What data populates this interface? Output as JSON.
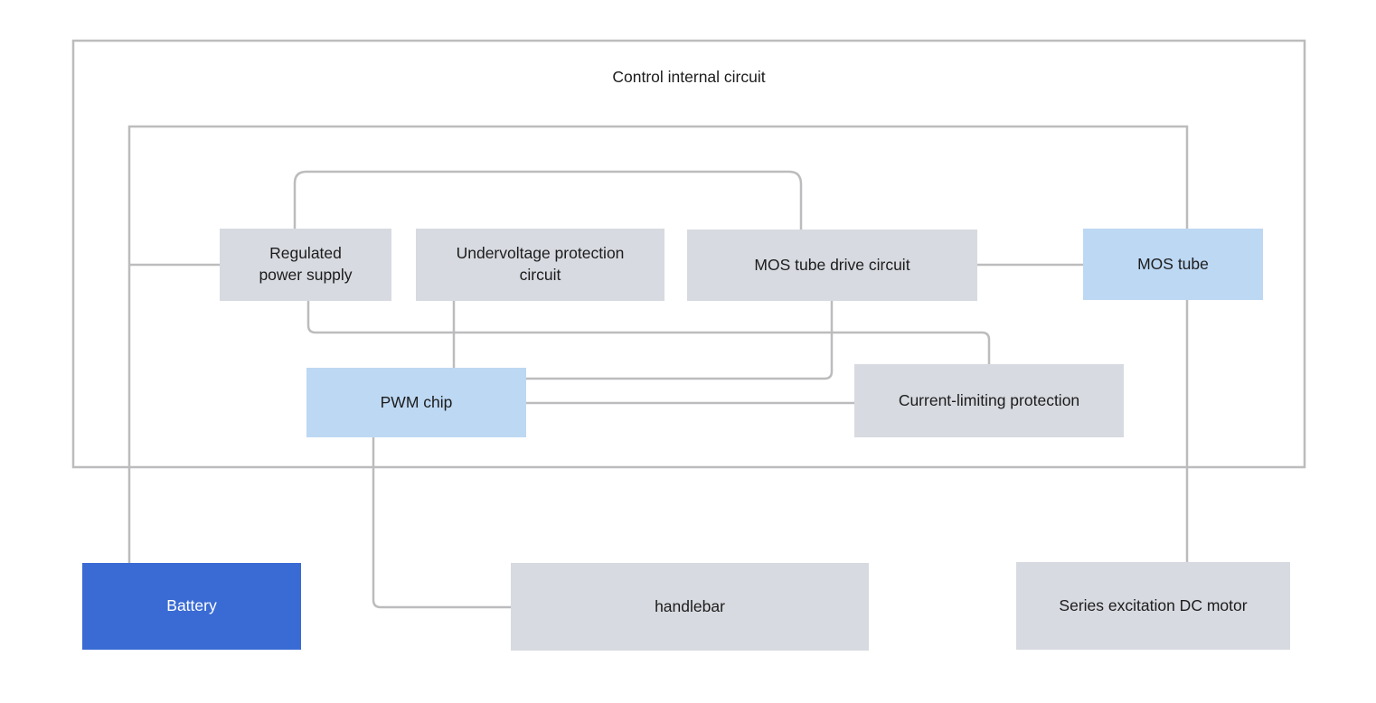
{
  "diagram": {
    "title": "Control internal circuit",
    "colors": {
      "background": "#ffffff",
      "line": "#bcbcbe",
      "node_gray_fill": "#d7dae0",
      "node_blue_fill": "#bdd8f3",
      "battery_fill": "#3a6bd4",
      "text": "#1c1c1c",
      "battery_text": "#ffffff"
    },
    "nodes": {
      "regulated": {
        "label": "Regulated\npower supply"
      },
      "undervoltage": {
        "label": "Undervoltage protection\ncircuit"
      },
      "mos_drive": {
        "label": "MOS tube drive circuit"
      },
      "mos_tube": {
        "label": "MOS tube"
      },
      "pwm": {
        "label": "PWM chip"
      },
      "current_limit": {
        "label": "Current-limiting protection"
      },
      "battery": {
        "label": "Battery"
      },
      "handlebar": {
        "label": "handlebar"
      },
      "motor": {
        "label": "Series excitation DC motor"
      }
    }
  }
}
